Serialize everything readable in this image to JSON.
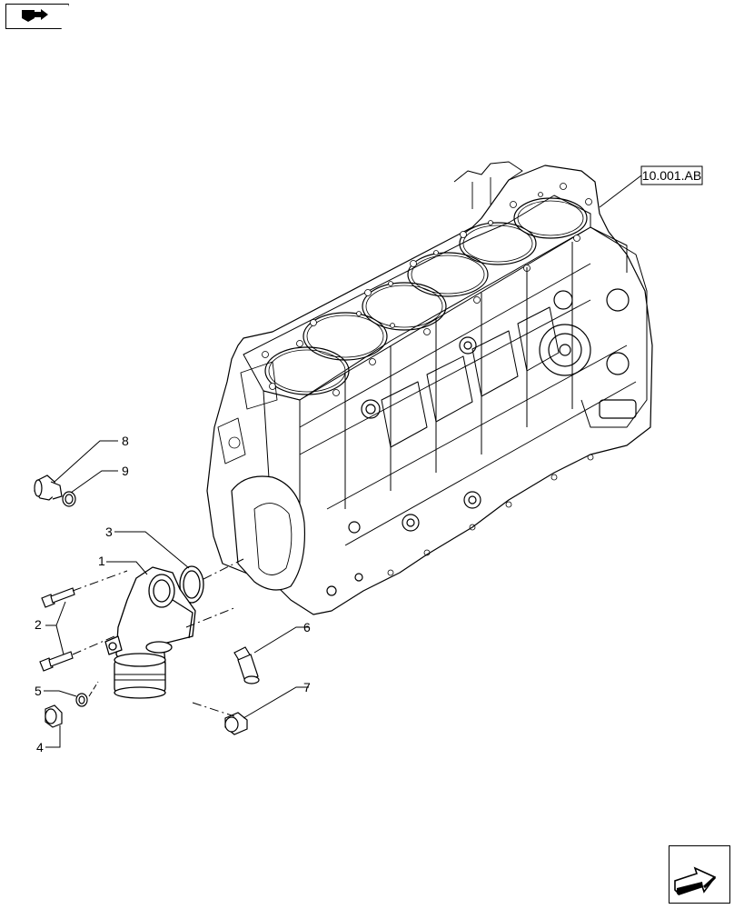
{
  "reference": {
    "label": "10.001.AB"
  },
  "callouts": [
    {
      "id": "1",
      "label": "1"
    },
    {
      "id": "2",
      "label": "2"
    },
    {
      "id": "3",
      "label": "3"
    },
    {
      "id": "4",
      "label": "4"
    },
    {
      "id": "5",
      "label": "5"
    },
    {
      "id": "6",
      "label": "6"
    },
    {
      "id": "7",
      "label": "7"
    },
    {
      "id": "8",
      "label": "8"
    },
    {
      "id": "9",
      "label": "9"
    }
  ],
  "icons": {
    "top": "book-arrow-icon",
    "bottom": "next-page-arrow-icon"
  }
}
